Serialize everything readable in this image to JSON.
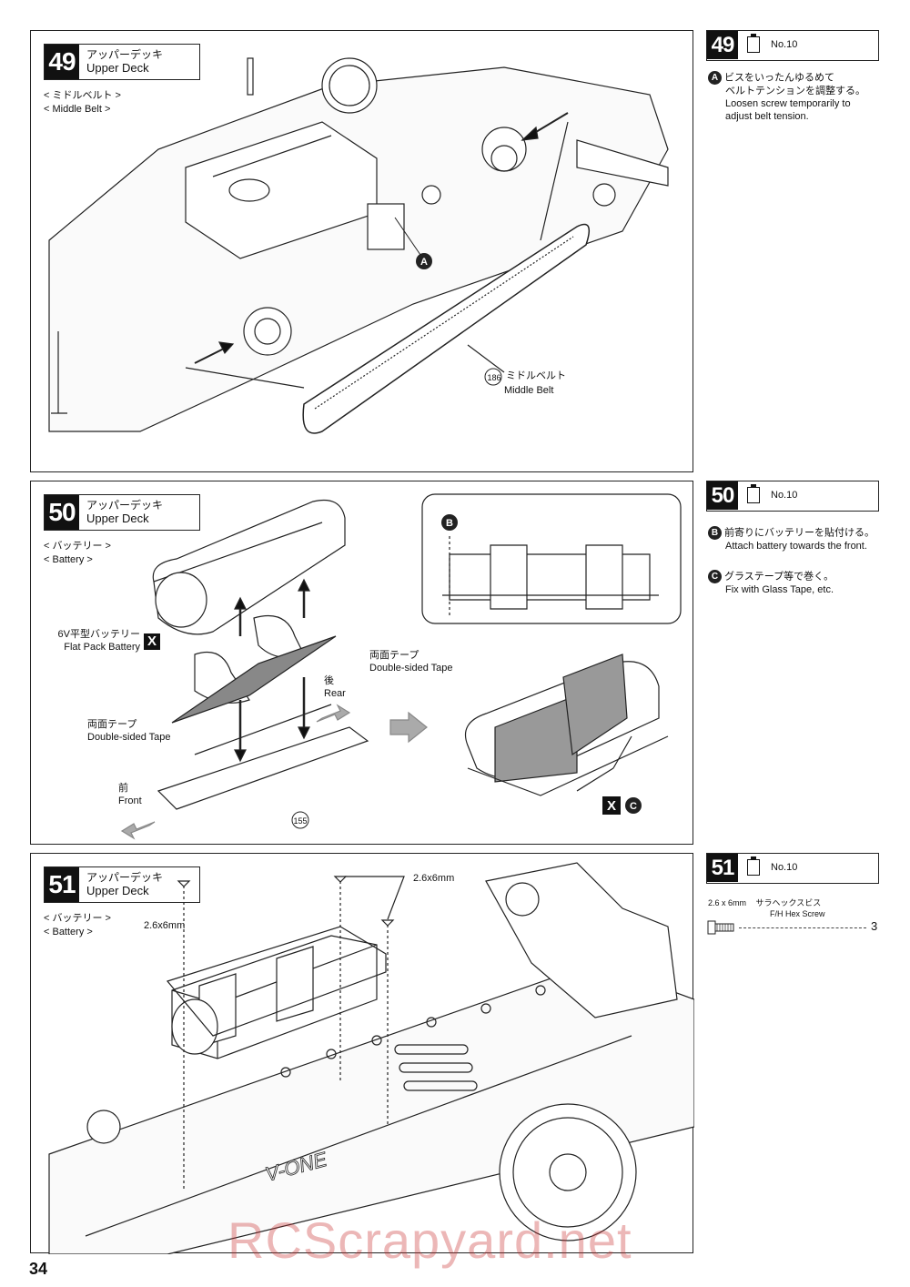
{
  "steps": [
    {
      "number": "49",
      "title_jp": "アッパーデッキ",
      "title_en": "Upper Deck",
      "sub_jp": "< ミドルベルト >",
      "sub_en": "< Middle Belt >",
      "labels": {
        "part_no": "186",
        "part_jp": "ミドルベルト",
        "part_en": "Middle Belt",
        "marker": "A"
      },
      "side": {
        "number": "49",
        "ref": "No.10",
        "notes": [
          {
            "marker": "A",
            "jp_1": "ビスをいったんゆるめて",
            "jp_2": "ベルトテンションを調整する。",
            "en_1": "Loosen screw temporarily to",
            "en_2": "adjust belt tension."
          }
        ]
      }
    },
    {
      "number": "50",
      "title_jp": "アッパーデッキ",
      "title_en": "Upper Deck",
      "sub_jp": "< バッテリー >",
      "sub_en": "< Battery >",
      "labels": {
        "battery_jp": "6V平型バッテリー",
        "battery_en": "Flat Pack Battery",
        "x": "X",
        "tape1_jp": "両面テープ",
        "tape1_en": "Double-sided Tape",
        "tape2_jp": "両面テープ",
        "tape2_en": "Double-sided Tape",
        "rear_jp": "後",
        "rear_en": "Rear",
        "front_jp": "前",
        "front_en": "Front",
        "part_no": "155",
        "marker_b": "B",
        "marker_c": "C"
      },
      "side": {
        "number": "50",
        "ref": "No.10",
        "notes": [
          {
            "marker": "B",
            "jp": "前寄りにバッテリーを貼付ける。",
            "en": "Attach battery towards the front."
          },
          {
            "marker": "C",
            "jp": "グラステープ等で巻く。",
            "en": "Fix with Glass Tape, etc."
          }
        ]
      }
    },
    {
      "number": "51",
      "title_jp": "アッパーデッキ",
      "title_en": "Upper Deck",
      "sub_jp": "< バッテリー >",
      "sub_en": "< Battery >",
      "labels": {
        "screw_a": "2.6x6mm",
        "screw_b": "2.6x6mm"
      },
      "side": {
        "number": "51",
        "ref": "No.10",
        "screw_size": "2.6 x 6mm",
        "screw_jp": "サラヘックスビス",
        "screw_en": "F/H Hex Screw",
        "qty": "3"
      }
    }
  ],
  "page_number": "34",
  "watermark": "RCScrapyard.net"
}
